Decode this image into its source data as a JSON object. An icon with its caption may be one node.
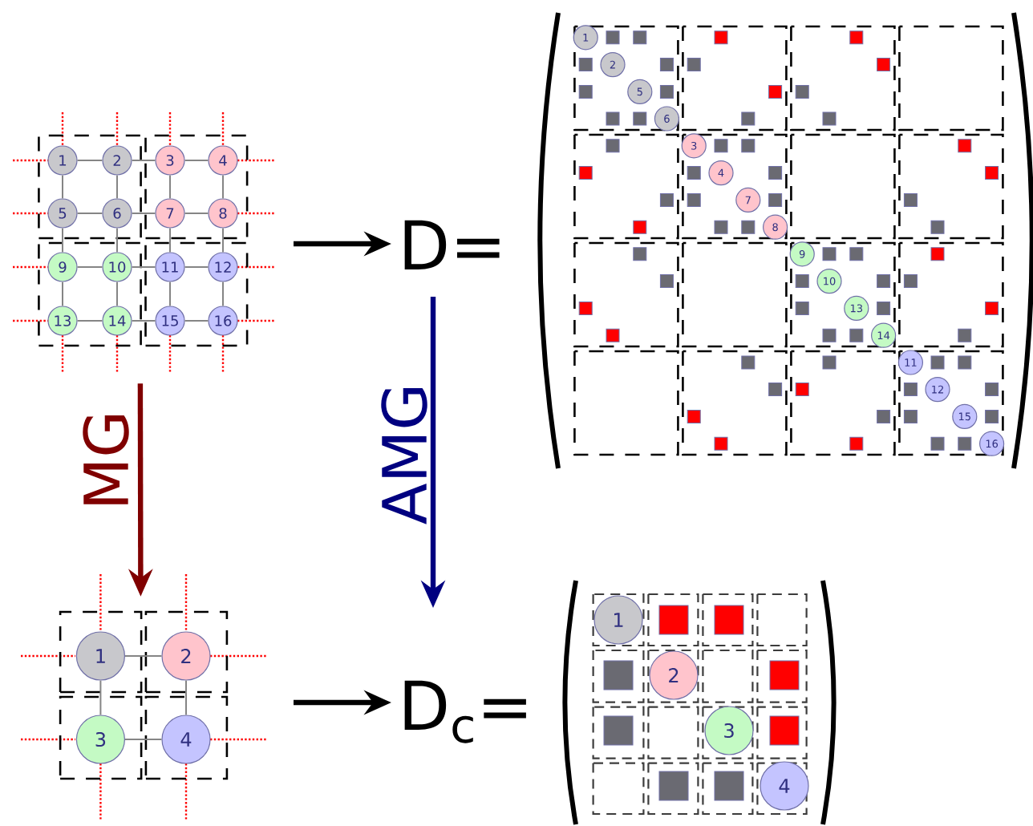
{
  "diagram": {
    "nodes": [
      {
        "text": [],
        "shape": "box"
      },
      {
        "text": [],
        "shape": "box"
      },
      {
        "text": [],
        "shape": "box"
      },
      {
        "text": [],
        "shape": "box"
      },
      {
        "text": [
          "1"
        ],
        "in": 0
      },
      {
        "text": [
          "2"
        ],
        "in": 0
      },
      {
        "text": [
          "3"
        ],
        "in": 1
      },
      {
        "text": [
          "4"
        ],
        "in": 1
      },
      {
        "text": [
          "5"
        ],
        "in": 0
      },
      {
        "text": [
          "6"
        ],
        "in": 0
      },
      {
        "text": [
          "7"
        ],
        "in": 1
      },
      {
        "text": [
          "8"
        ],
        "in": 1
      },
      {
        "text": [
          "9"
        ],
        "in": 2
      },
      {
        "text": [
          "10"
        ],
        "in": 2
      },
      {
        "text": [
          "11"
        ],
        "in": 3
      },
      {
        "text": [
          "12"
        ],
        "in": 3
      },
      {
        "text": [
          "13"
        ],
        "in": 2
      },
      {
        "text": [
          "14"
        ],
        "in": 2
      },
      {
        "text": [
          "15"
        ],
        "in": 3
      },
      {
        "text": [
          "16"
        ],
        "in": 3
      },
      {
        "text": [
          "D="
        ]
      },
      {
        "text": [
          "1"
        ]
      },
      {
        "text": [
          "2"
        ]
      },
      {
        "text": [
          "5"
        ]
      },
      {
        "text": [
          "6"
        ]
      },
      {
        "text": [
          "3"
        ]
      },
      {
        "text": [
          "4"
        ]
      },
      {
        "text": [
          "7"
        ]
      },
      {
        "text": [
          "8"
        ]
      },
      {
        "text": [
          "9"
        ]
      },
      {
        "text": [
          "10"
        ]
      },
      {
        "text": [
          "13"
        ]
      },
      {
        "text": [
          "14"
        ]
      },
      {
        "text": [
          "11"
        ]
      },
      {
        "text": [
          "12"
        ]
      },
      {
        "text": [
          "15"
        ]
      },
      {
        "text": [
          "16"
        ]
      },
      {
        "text": [],
        "shape": "box"
      },
      {
        "text": [],
        "shape": "box"
      },
      {
        "text": [],
        "shape": "box"
      },
      {
        "text": [],
        "shape": "box"
      },
      {
        "text": [
          "1"
        ],
        "in": 37
      },
      {
        "text": [
          "2"
        ],
        "in": 38
      },
      {
        "text": [
          "3"
        ],
        "in": 39
      },
      {
        "text": [
          "4"
        ],
        "in": 40
      },
      {
        "text": [
          "D$_{c}$="
        ]
      },
      {
        "text": [
          "1"
        ]
      },
      {
        "text": [
          "2"
        ]
      },
      {
        "text": [
          "3"
        ]
      },
      {
        "text": [
          "4"
        ]
      }
    ],
    "edges": [
      {
        "from": 4,
        "to": 5,
        "arrow": "none"
      },
      {
        "from": 5,
        "to": 6,
        "arrow": "none"
      },
      {
        "from": 6,
        "to": 7,
        "arrow": "none"
      },
      {
        "from": 8,
        "to": 9,
        "arrow": "none"
      },
      {
        "from": 9,
        "to": 10,
        "arrow": "none"
      },
      {
        "from": 10,
        "to": 11,
        "arrow": "none"
      },
      {
        "from": 12,
        "to": 13,
        "arrow": "none"
      },
      {
        "from": 13,
        "to": 14,
        "arrow": "none"
      },
      {
        "from": 14,
        "to": 15,
        "arrow": "none"
      },
      {
        "from": 16,
        "to": 17,
        "arrow": "none"
      },
      {
        "from": 17,
        "to": 18,
        "arrow": "none"
      },
      {
        "from": 18,
        "to": 19,
        "arrow": "none"
      },
      {
        "from": 4,
        "to": 8,
        "arrow": "none"
      },
      {
        "from": 5,
        "to": 9,
        "arrow": "none"
      },
      {
        "from": 6,
        "to": 10,
        "arrow": "none"
      },
      {
        "from": 7,
        "to": 11,
        "arrow": "none"
      },
      {
        "from": 8,
        "to": 12,
        "arrow": "none"
      },
      {
        "from": 9,
        "to": 13,
        "arrow": "none"
      },
      {
        "from": 10,
        "to": 14,
        "arrow": "none"
      },
      {
        "from": 11,
        "to": 15,
        "arrow": "none"
      },
      {
        "from": 12,
        "to": 16,
        "arrow": "none"
      },
      {
        "from": 13,
        "to": 17,
        "arrow": "none"
      },
      {
        "from": 14,
        "to": 18,
        "arrow": "none"
      },
      {
        "from": 15,
        "to": 19,
        "arrow": "none"
      },
      {
        "from": null,
        "to": 20,
        "arrow": "to",
        "style": "thick",
        "color": "#000000"
      },
      {
        "from": 2,
        "to": 37,
        "arrow": "to",
        "label": "MG",
        "style": "thick",
        "color": "#800000"
      },
      {
        "from": 20,
        "to": 45,
        "arrow": "to",
        "label": "AMG",
        "style": "thick",
        "color": "#000080"
      },
      {
        "from": 41,
        "to": 42,
        "arrow": "none"
      },
      {
        "from": 41,
        "to": 43,
        "arrow": "none"
      },
      {
        "from": 42,
        "to": 44,
        "arrow": "none"
      },
      {
        "from": 43,
        "to": 44,
        "arrow": "none"
      },
      {
        "from": null,
        "to": 45,
        "arrow": "to",
        "style": "thick",
        "color": "#000000"
      }
    ]
  }
}
